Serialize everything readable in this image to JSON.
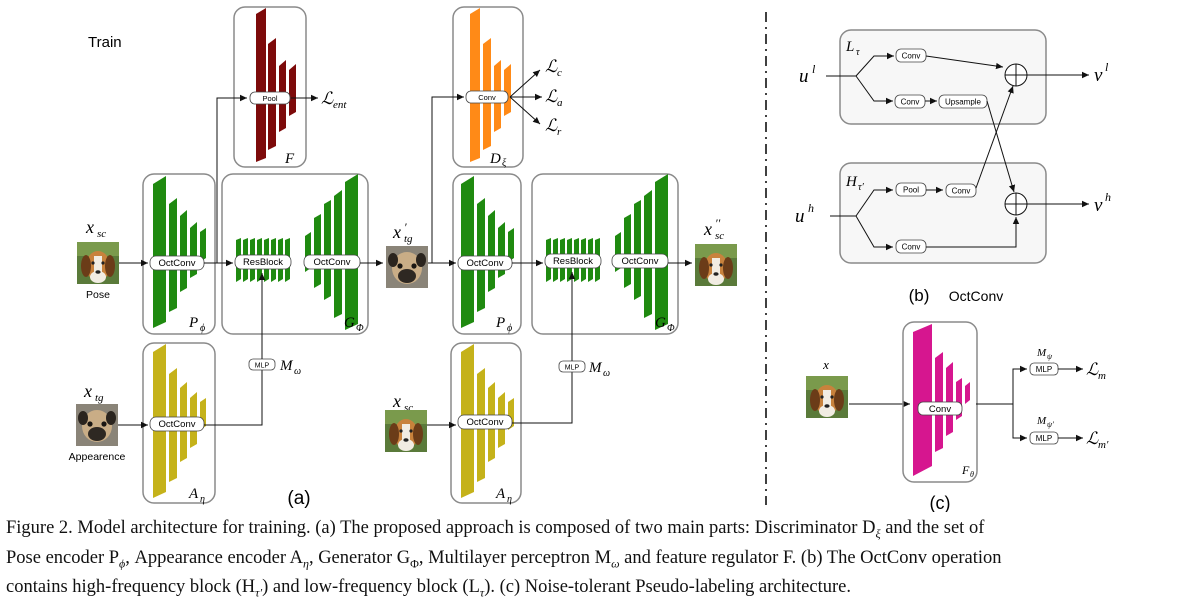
{
  "panel_a": {
    "title": "Train",
    "label": "(a)",
    "x_sc": "x",
    "x_sc_sub": "sc",
    "x_tg": "x",
    "x_tg_sub": "tg",
    "x_tg_prime": "x",
    "x_tg_prime_sub": "tg",
    "x_sc_2prime": "x",
    "x_sc_2prime_sub": "sc",
    "prime": "′",
    "double_prime": "′′",
    "pose_caption": "Pose",
    "appearance_caption": "Appearence",
    "octconv": "OctConv",
    "resblock": "ResBlock",
    "pool": "Pool",
    "conv": "Conv",
    "mlp": "MLP",
    "P": "P",
    "phi": "ϕ",
    "G": "G",
    "Phi": "Φ",
    "A": "A",
    "eta": "η",
    "M": "M",
    "omega": "ω",
    "F": "F",
    "D": "D",
    "xi": "ξ",
    "L": "ℒ",
    "ent": "ent",
    "c": "c",
    "a": "a",
    "r": "r",
    "colors": {
      "P": "#1f8a10",
      "F": "#7d0a0a",
      "D": "#ff8a17",
      "A": "#c5b21a"
    }
  },
  "panel_b": {
    "label": "(b)",
    "title": "OctConv",
    "u": "u",
    "l": "l",
    "h": "h",
    "v": "v",
    "L_tau": "L",
    "tau": "τ",
    "H": "H",
    "tau_prime": "τ′",
    "conv": "Conv",
    "pool": "Pool",
    "upsample": "Upsample"
  },
  "panel_c": {
    "label": "(c)",
    "x": "x",
    "conv": "Conv",
    "mlp": "MLP",
    "F": "F",
    "theta": "θ",
    "M": "M",
    "psi": "ψ",
    "psi_prime": "ψ′",
    "L": "ℒ",
    "m": "m",
    "m_prime": "m′",
    "color": "#d6168f"
  },
  "caption": {
    "line1": "Figure 2. Model architecture for training.  (a) The proposed approach is composed of two main parts: Discriminator D",
    "line1_sub": "ξ",
    "line1_end": " and the set of",
    "line2": "Pose encoder P",
    "line2_a": "ϕ",
    "line2_b": ", Appearance encoder A",
    "line2_c": "η",
    "line2_d": ", Generator G",
    "line2_e": "Φ",
    "line2_f": ", Multilayer perceptron M",
    "line2_g": "ω",
    "line2_h": " and feature regulator F. (b) The OctConv operation",
    "line3": "contains high-frequency block (H",
    "line3_a": "τ′",
    "line3_b": ") and low-frequency block (L",
    "line3_c": "τ",
    "line3_d": "). (c) Noise-tolerant Pseudo-labeling architecture."
  }
}
